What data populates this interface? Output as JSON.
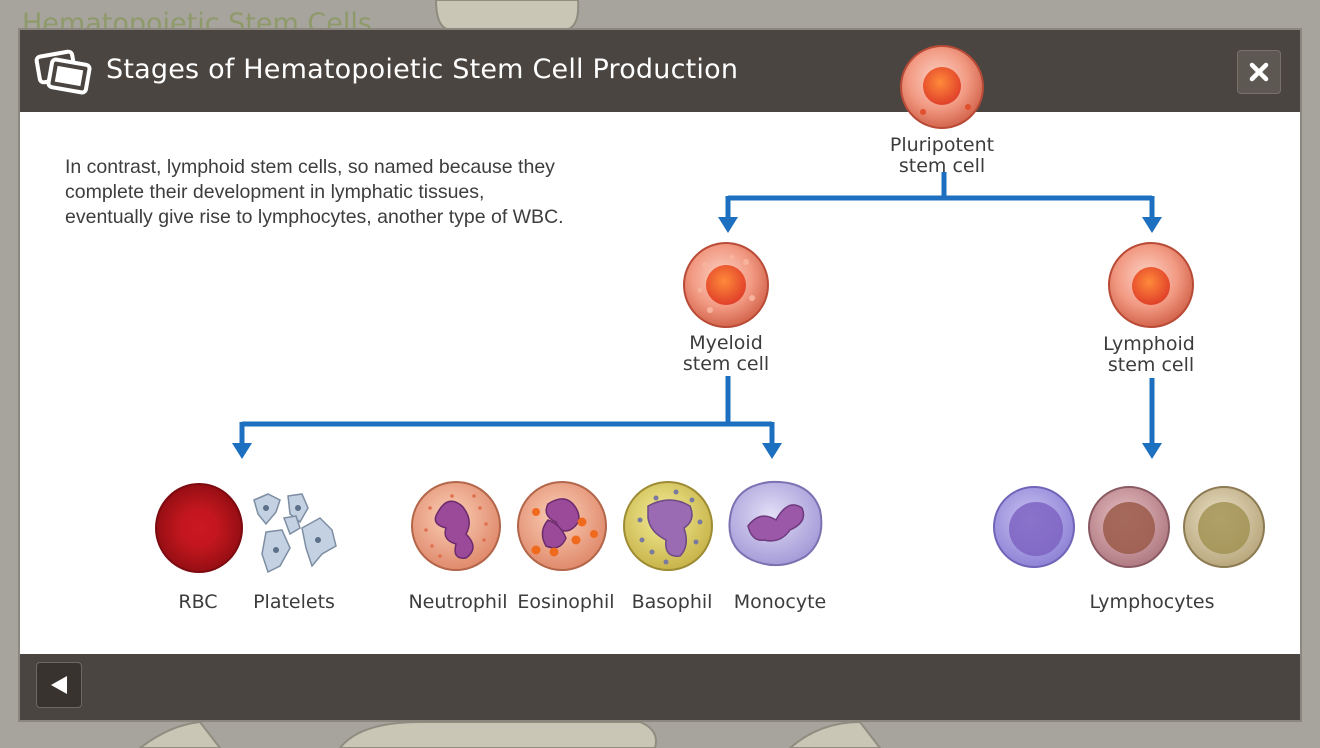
{
  "background": {
    "title": "Hematopoietic Stem Cells"
  },
  "modal": {
    "title": "Stages of Hematopoietic Stem Cell Production",
    "header_icon": "slides-icon",
    "close_icon": "close-icon",
    "back_icon": "back-arrow-icon",
    "description": "In contrast, lymphoid stem cells, so named because they complete their development in lymphatic tissues, eventually give rise to lymphocytes, another type of WBC."
  },
  "diagram": {
    "arrow_color": "#1d6fbf",
    "root": {
      "line1": "Pluripotent",
      "line2": "stem cell"
    },
    "myeloid": {
      "line1": "Myeloid",
      "line2": "stem cell"
    },
    "lymphoid": {
      "line1": "Lymphoid",
      "line2": "stem cell"
    },
    "cells": {
      "rbc": "RBC",
      "platelets": "Platelets",
      "neutrophil": "Neutrophil",
      "eosinophil": "Eosinophil",
      "basophil": "Basophil",
      "monocyte": "Monocyte",
      "lymphocytes": "Lymphocytes"
    }
  }
}
